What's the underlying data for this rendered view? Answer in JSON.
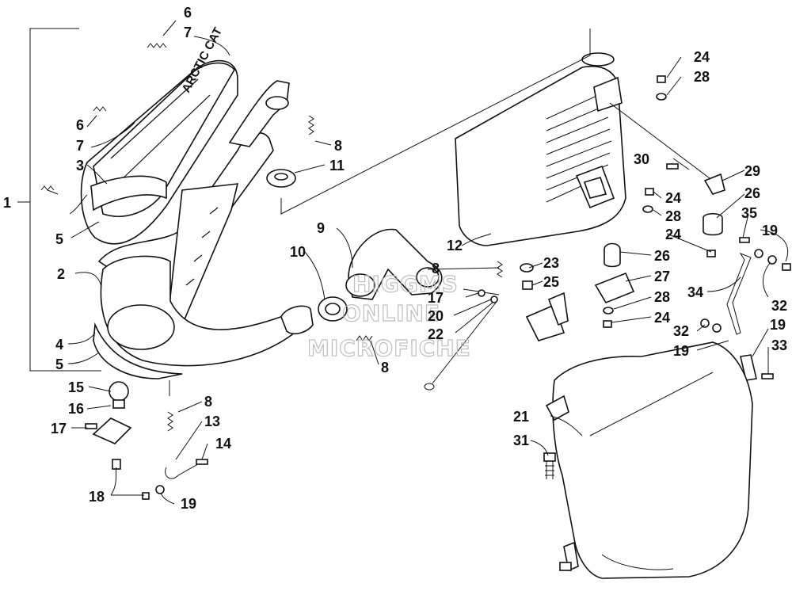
{
  "brand_text": "ARCTIC CAT",
  "watermark": {
    "line1": "HIGGMS",
    "line2": "ONLINE",
    "line3": "MICROFICHE"
  },
  "callouts": [
    "1",
    "2",
    "3",
    "4",
    "5",
    "5",
    "6",
    "6",
    "7",
    "7",
    "8",
    "8",
    "8",
    "8",
    "9",
    "10",
    "11",
    "12",
    "13",
    "14",
    "15",
    "16",
    "17",
    "17",
    "18",
    "19",
    "19",
    "19",
    "19",
    "20",
    "21",
    "22",
    "23",
    "24",
    "24",
    "24",
    "24",
    "25",
    "26",
    "26",
    "27",
    "28",
    "28",
    "28",
    "29",
    "30",
    "31",
    "32",
    "32",
    "33",
    "34",
    "35"
  ]
}
